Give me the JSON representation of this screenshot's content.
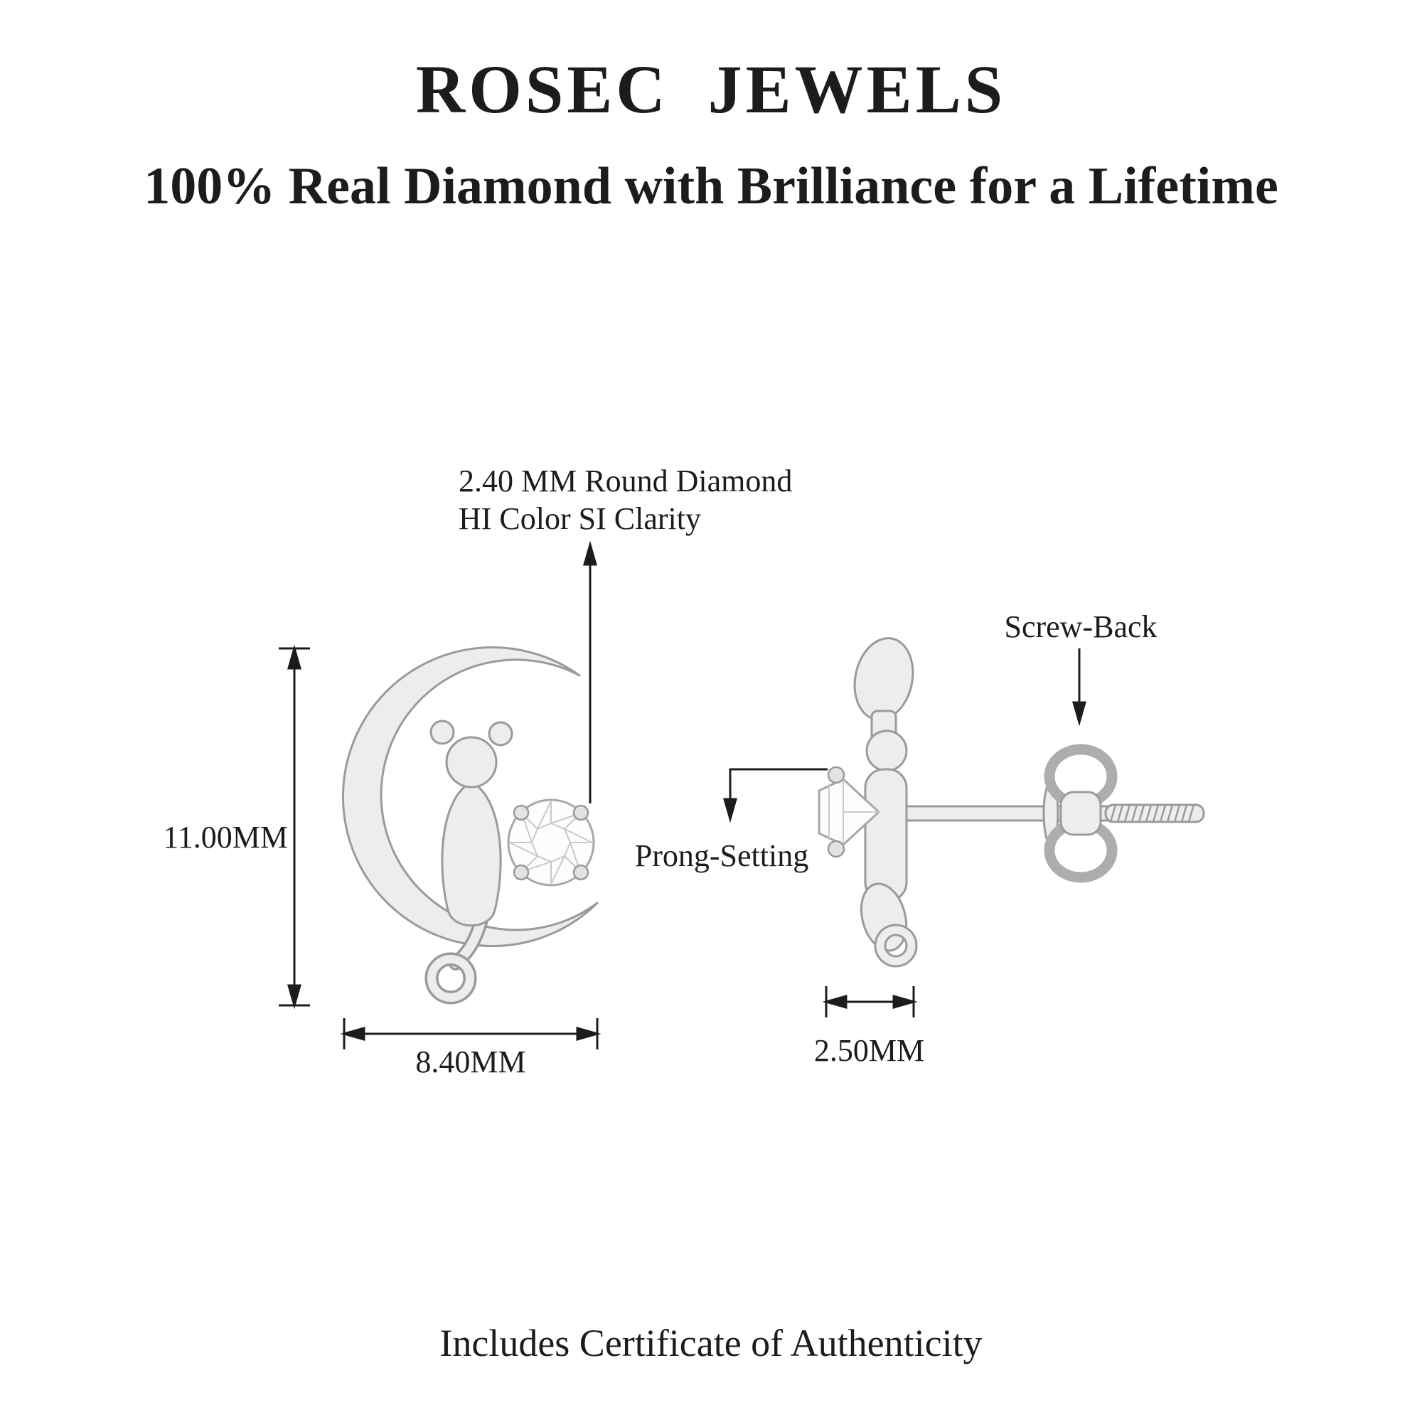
{
  "page": {
    "brand": "ROSEC JEWELS",
    "tagline": "100% Real Diamond with Brilliance for a Lifetime",
    "footer": "Includes Certificate of Authenticity"
  },
  "callouts": {
    "diamond_spec_line1": "2.40 MM Round Diamond",
    "diamond_spec_line2": "HI Color SI Clarity",
    "screw_back": "Screw-Back",
    "prong_setting": "Prong-Setting"
  },
  "dimensions": {
    "front_height": "11.00MM",
    "front_width": "8.40MM",
    "side_width": "2.50MM"
  },
  "drawing": {
    "front_view": "cat-on-crescent-moon-stud-earring-front-view",
    "side_view": "stud-earring-with-screw-back-post-side-view",
    "gemstone": "round-brilliant-diamond"
  },
  "colors": {
    "background": "#ffffff",
    "text": "#1c1c1c",
    "annotation_line": "#1c1c1c",
    "metal_fill": "#ededed",
    "metal_stroke": "#9a9a9a",
    "diamond_fill": "#fdfdfd",
    "diamond_stroke": "#a8a8a8",
    "facet_line": "#c9c9c9"
  }
}
